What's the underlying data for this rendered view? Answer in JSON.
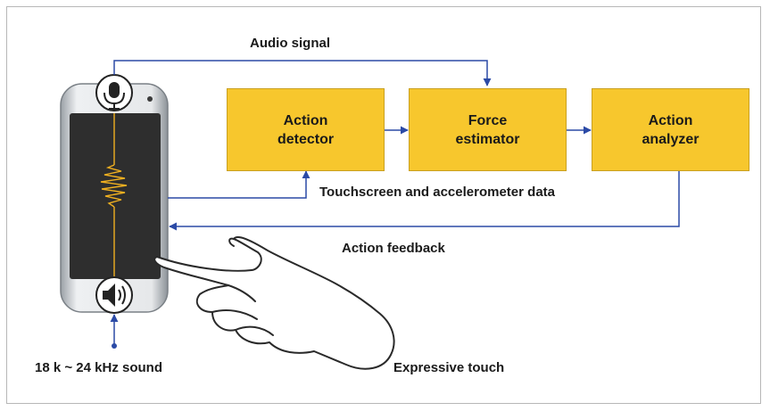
{
  "labels": {
    "audio_signal": "Audio signal",
    "touch_data": "Touchscreen and accelerometer data",
    "action_feedback": "Action feedback",
    "sound": "18 k ~ 24 kHz sound",
    "expressive_touch": "Expressive touch"
  },
  "blocks": {
    "action_detector": "Action\ndetector",
    "force_estimator": "Force\nestimator",
    "action_analyzer": "Action\nanalyzer"
  },
  "colors": {
    "block_fill": "#f7c72d",
    "arrow": "#2b4aa6",
    "waveform": "#f0b020",
    "phone_screen": "#2e2e2e"
  },
  "icons": {
    "microphone": "microphone-icon",
    "speaker": "speaker-icon",
    "hand": "pointing-hand-icon"
  }
}
